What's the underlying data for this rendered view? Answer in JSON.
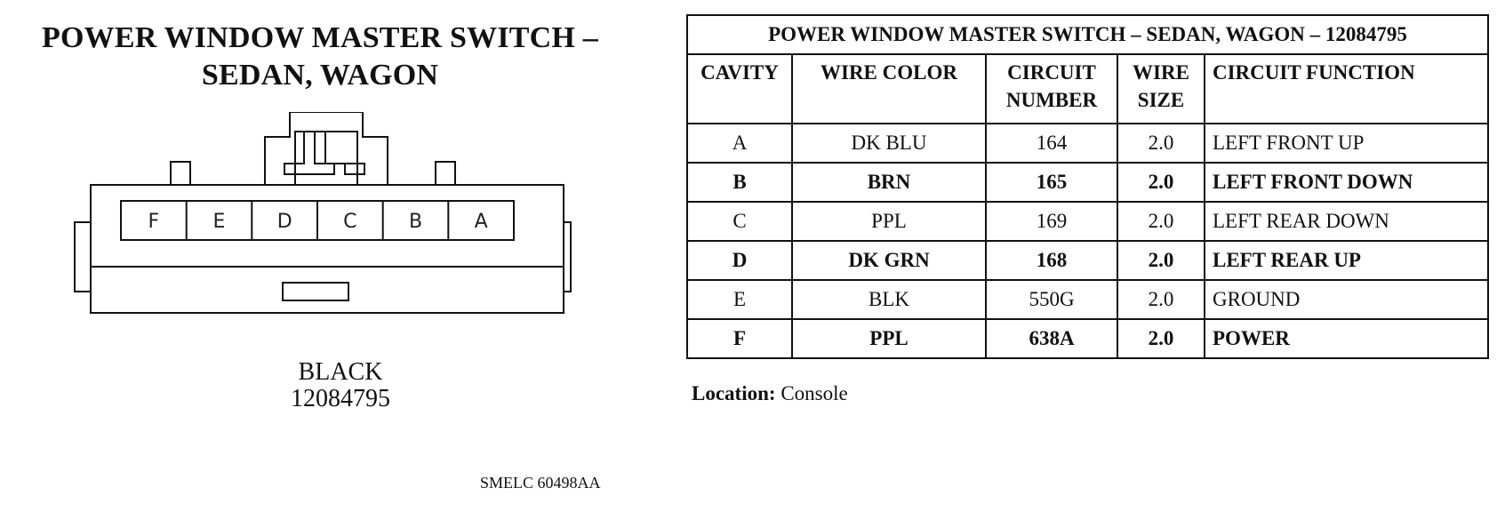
{
  "connector": {
    "title_line1": "POWER WINDOW MASTER SWITCH –",
    "title_line2": "SEDAN, WAGON",
    "cavities": [
      "F",
      "E",
      "D",
      "C",
      "B",
      "A"
    ],
    "color_label": "BLACK",
    "part_number": "12084795"
  },
  "table": {
    "title": "POWER WINDOW MASTER SWITCH – SEDAN, WAGON – 12084795",
    "headers": {
      "cavity": "CAVITY",
      "wire_color": "WIRE COLOR",
      "circuit_number_1": "CIRCUIT",
      "circuit_number_2": "NUMBER",
      "wire_size_1": "WIRE",
      "wire_size_2": "SIZE",
      "circuit_function": "CIRCUIT FUNCTION"
    },
    "rows": [
      {
        "cavity": "A",
        "wire_color": "DK BLU",
        "circuit": "164",
        "size": "2.0",
        "function": "LEFT FRONT UP"
      },
      {
        "cavity": "B",
        "wire_color": "BRN",
        "circuit": "165",
        "size": "2.0",
        "function": "LEFT FRONT DOWN"
      },
      {
        "cavity": "C",
        "wire_color": "PPL",
        "circuit": "169",
        "size": "2.0",
        "function": "LEFT REAR DOWN"
      },
      {
        "cavity": "D",
        "wire_color": "DK GRN",
        "circuit": "168",
        "size": "2.0",
        "function": "LEFT REAR UP"
      },
      {
        "cavity": "E",
        "wire_color": "BLK",
        "circuit": "550G",
        "size": "2.0",
        "function": "GROUND"
      },
      {
        "cavity": "F",
        "wire_color": "PPL",
        "circuit": "638A",
        "size": "2.0",
        "function": "POWER"
      }
    ]
  },
  "location": {
    "label": "Location:",
    "value": "Console"
  },
  "reference_code": "SMELC 60498AA"
}
